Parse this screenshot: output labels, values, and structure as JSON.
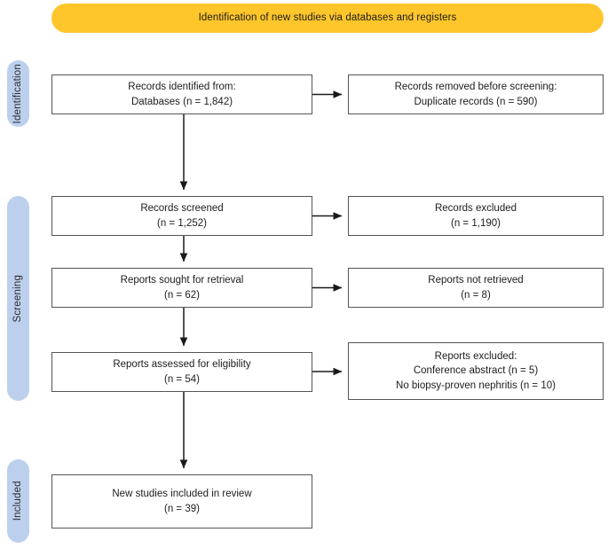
{
  "banner": {
    "title": "Identification of new studies via databases and registers",
    "color": "#ffc62b"
  },
  "stages": [
    {
      "id": "identification",
      "label": "Identification",
      "color": "#bcd0ee"
    },
    {
      "id": "screening",
      "label": "Screening",
      "color": "#bcd0ee"
    },
    {
      "id": "included",
      "label": "Included",
      "color": "#bcd0ee"
    }
  ],
  "boxes": {
    "records_identified": {
      "line1": "Records identified from:",
      "line2": "Databases (n = 1,842)"
    },
    "records_removed": {
      "line1": "Records removed before screening:",
      "line2": "Duplicate records (n = 590)"
    },
    "records_screened": {
      "line1": "Records screened",
      "line2": "(n = 1,252)"
    },
    "records_excluded": {
      "line1": "Records excluded",
      "line2": "(n = 1,190)"
    },
    "reports_sought": {
      "line1": "Reports sought for retrieval",
      "line2": "(n = 62)"
    },
    "reports_not_retrieved": {
      "line1": "Reports not retrieved",
      "line2": "(n = 8)"
    },
    "reports_assessed": {
      "line1": "Reports assessed for eligibility",
      "line2": "(n = 54)"
    },
    "reports_excluded": {
      "line1": "Reports excluded:",
      "line2": "Conference abstract (n = 5)",
      "line3": "No biopsy-proven nephritis (n = 10)"
    },
    "new_studies_included": {
      "line1": "New studies included in review",
      "line2": "(n = 39)"
    }
  },
  "counts": {
    "databases_identified": 1842,
    "duplicates_removed": 590,
    "records_screened": 1252,
    "records_excluded": 1190,
    "reports_sought": 62,
    "reports_not_retrieved": 8,
    "reports_assessed": 54,
    "excluded_conference_abstract": 5,
    "excluded_no_biopsy_proven_nephritis": 10,
    "new_studies_included": 39
  },
  "style": {
    "box_border_color": "#555555",
    "arrow_color": "#1a1a1a",
    "text_color": "#1c1c1c",
    "background": "#ffffff"
  }
}
